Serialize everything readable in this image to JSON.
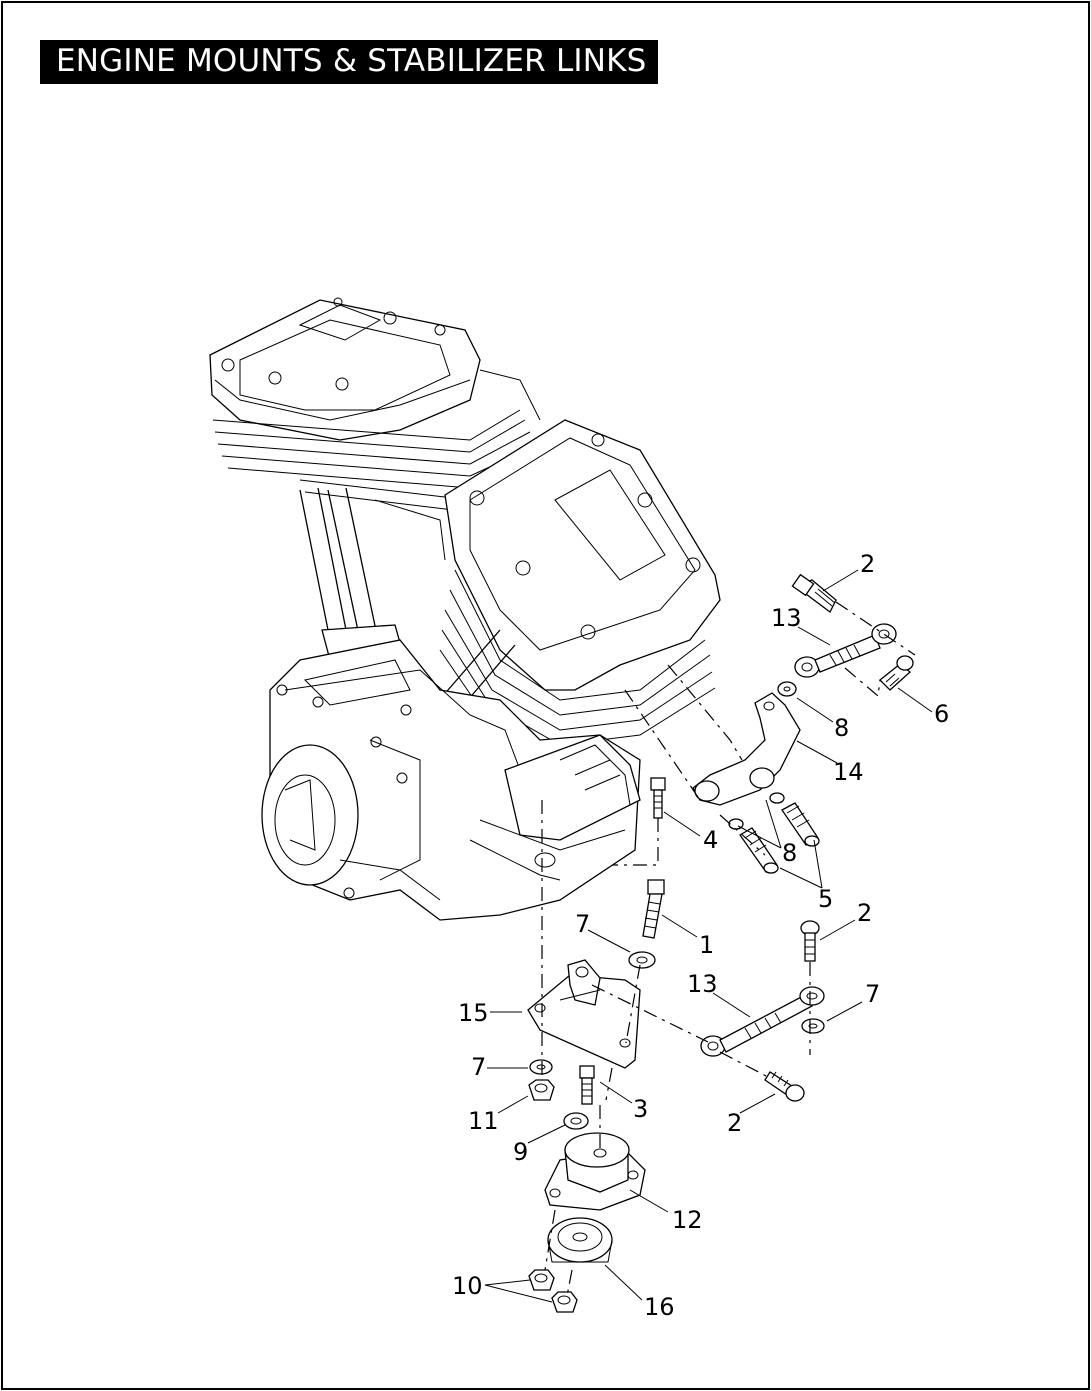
{
  "title": "ENGINE MOUNTS & STABILIZER LINKS",
  "callouts": {
    "c2a": "2",
    "c13a": "13",
    "c6": "6",
    "c8a": "8",
    "c14": "14",
    "c4": "4",
    "c8b": "8",
    "c5": "5",
    "c2b": "2",
    "c7a": "7",
    "c1": "1",
    "c13b": "13",
    "c7b": "7",
    "c15": "15",
    "c7c": "7",
    "c3": "3",
    "c11": "11",
    "c2c": "2",
    "c9": "9",
    "c12": "12",
    "c10": "10",
    "c16": "16"
  }
}
